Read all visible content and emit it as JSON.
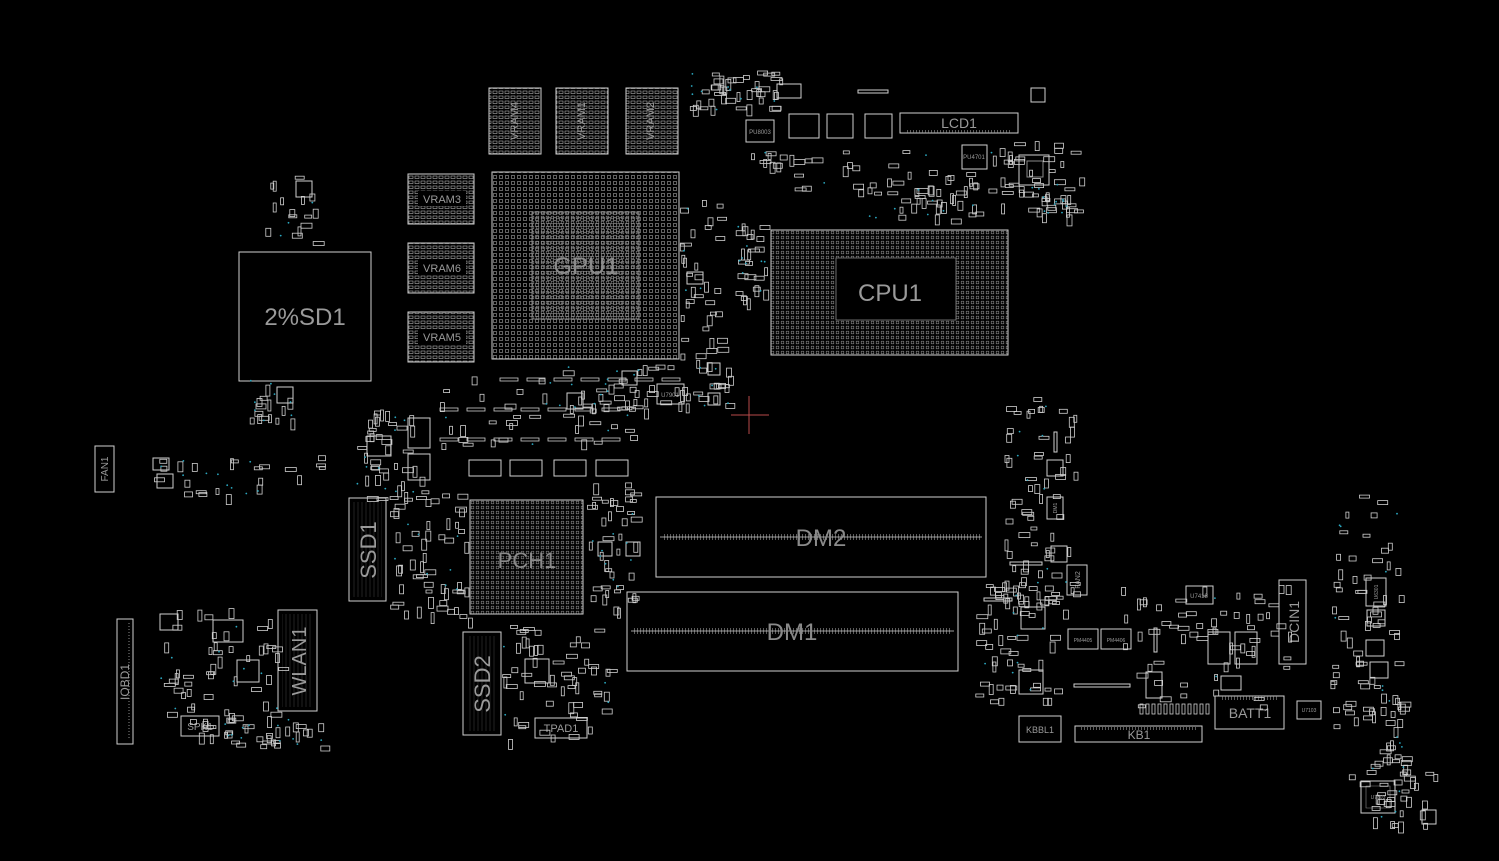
{
  "background_color": "#000000",
  "line_color": "#cfcfcf",
  "label_color": "#9a9a9a",
  "via_color": "#2aa7c0",
  "cursor_color": "#b84a4a",
  "components": {
    "vram4": "VRAM4",
    "vram1": "VRAM1",
    "vram2": "VRAM2",
    "vram3": "VRAM3",
    "vram6": "VRAM6",
    "vram5": "VRAM5",
    "gpu1": "GPU1",
    "cpu1": "CPU1",
    "sd1": "2%SD1",
    "lcd1": "LCD1",
    "fan1": "FAN1",
    "ssd1": "SSD1",
    "ssd2": "SSD2",
    "pch1": "PCH1",
    "dm2": "DM2",
    "dm1": "DM1",
    "wlan1": "WLAN1",
    "iobd1": "IOBD1",
    "spk1": "SPK1",
    "tpad1": "TPAD1",
    "kbbl1": "KBBL1",
    "kb1": "KB1",
    "batt1": "BATT1",
    "dcin1": "DCIN1",
    "fan2": "FAN2",
    "pu8003": "PU8003",
    "pu4701": "PU4701",
    "u7901": "U7901",
    "u7418": "U7418",
    "pm4405": "PM4405",
    "pm4406": "PM4406",
    "u7103": "U7103",
    "u7803": "U7803",
    "u6301": "U6301",
    "dm1_small": "DM1"
  }
}
